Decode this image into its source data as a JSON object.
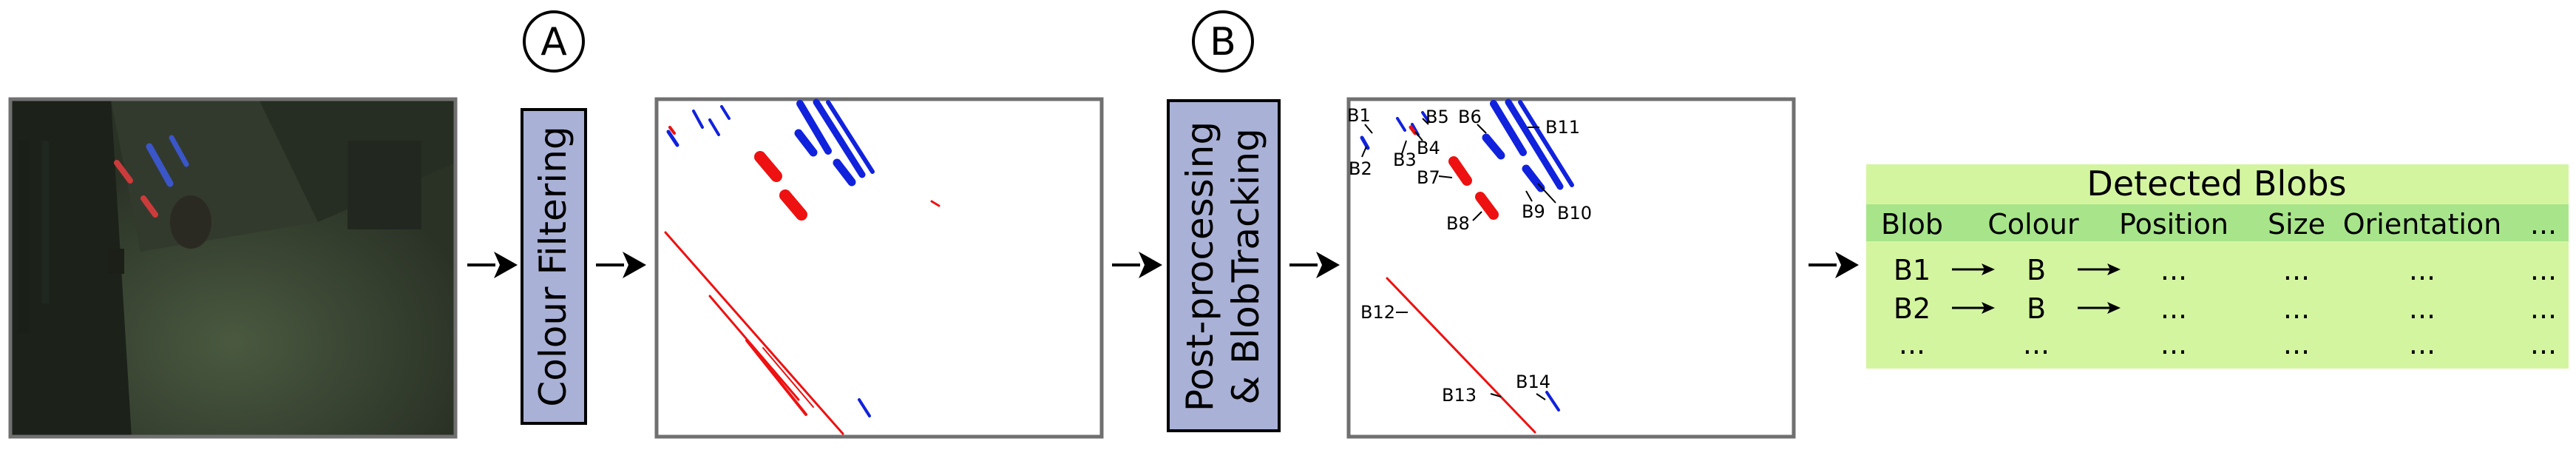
{
  "steps": [
    {
      "letter": "A",
      "label": "Colour Filtering"
    },
    {
      "letter": "B",
      "label_line1": "Post-processing",
      "label_line2": "& BlobTracking"
    }
  ],
  "blob_labels": [
    "B1",
    "B2",
    "B3",
    "B4",
    "B5",
    "B6",
    "B7",
    "B8",
    "B9",
    "B10",
    "B11",
    "B12",
    "B13",
    "B14"
  ],
  "table": {
    "title": "Detected Blobs",
    "headers": [
      "Blob",
      "Colour",
      "Position",
      "Size",
      "Orientation",
      "..."
    ],
    "rows": [
      [
        "B1",
        "B",
        "...",
        "...",
        "...",
        "..."
      ],
      [
        "B2",
        "B",
        "...",
        "...",
        "...",
        "..."
      ],
      [
        "...",
        "...",
        "...",
        "...",
        "...",
        "..."
      ]
    ]
  },
  "colors": {
    "red_blob": "#ee1111",
    "blue_blob": "#1122dd",
    "step_box": "#a9b1d6",
    "table_bg": "#d4f5a0",
    "table_header": "#a8e58a",
    "frame_border": "#707070"
  }
}
